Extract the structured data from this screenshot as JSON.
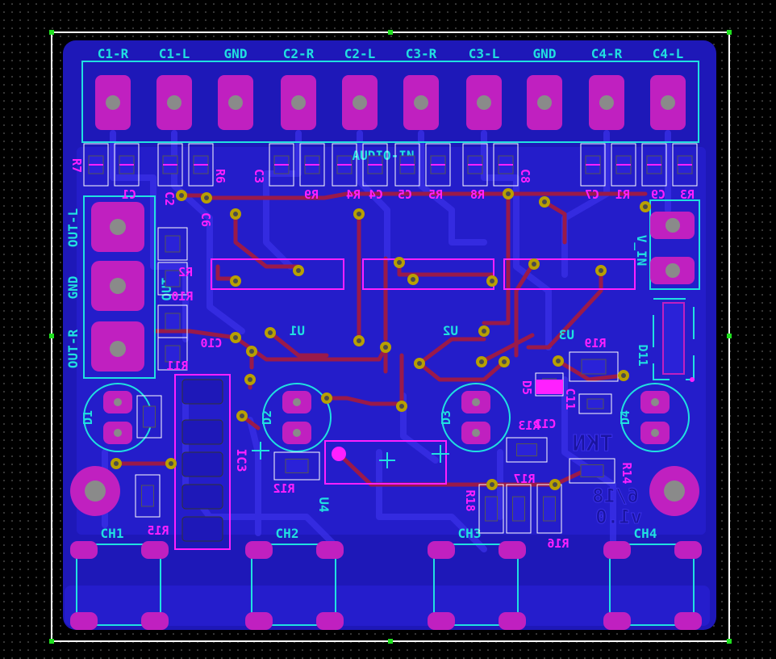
{
  "colors": {
    "background": "#000000",
    "board_fill": "#1e18b8",
    "board_pour": "#2a22d8",
    "bottom_trace": "#9a1a4a",
    "top_trace": "#2a18c0",
    "pad": "#c020c0",
    "via": "#b8a000",
    "silk_cyan": "#20e0e0",
    "silk_magenta": "#ff20ff",
    "outline": "#ffffff",
    "corner_marker": "#20e020"
  },
  "header": {
    "pin_labels": [
      "C1-R",
      "C1-L",
      "GND",
      "C2-R",
      "C2-L",
      "C3-R",
      "C3-L",
      "GND",
      "C4-R",
      "C4-L"
    ],
    "connector_name": "AUDIO-IN"
  },
  "left_connector": {
    "pin_labels": [
      "OUT-L",
      "GND",
      "OUT-R"
    ],
    "name": "OUT"
  },
  "right_connector": {
    "name": "V_IN"
  },
  "chips": [
    "U1",
    "U2",
    "U3",
    "U4",
    "IC3"
  ],
  "leds": [
    "D1",
    "D2",
    "D3",
    "D4"
  ],
  "channels": [
    "CH1",
    "CH2",
    "CH3",
    "CH4"
  ],
  "components": {
    "R7": "R7",
    "C1": "C1",
    "R6": "R6",
    "C2": "C2",
    "C3": "C3",
    "C6": "C6",
    "R9": "R9",
    "R4": "R4",
    "C4": "C4",
    "C5": "C5",
    "R5": "R5",
    "R8": "R8",
    "C8": "C8",
    "C7": "C7",
    "R1": "R1",
    "C9": "C9",
    "R3": "R3",
    "R2": "R2",
    "R10": "R10",
    "C10": "C10",
    "R11": "R11",
    "R12": "R12",
    "R13": "R13",
    "R14": "R14",
    "R15": "R15",
    "R16": "R16",
    "R17": "R17",
    "R18": "R18",
    "R19": "R19",
    "C11": "C11",
    "C12": "C12",
    "D5": "D5",
    "D11": "D11"
  },
  "board_text": {
    "brand": "TKN",
    "date": "6/18",
    "version": "v1.0"
  }
}
